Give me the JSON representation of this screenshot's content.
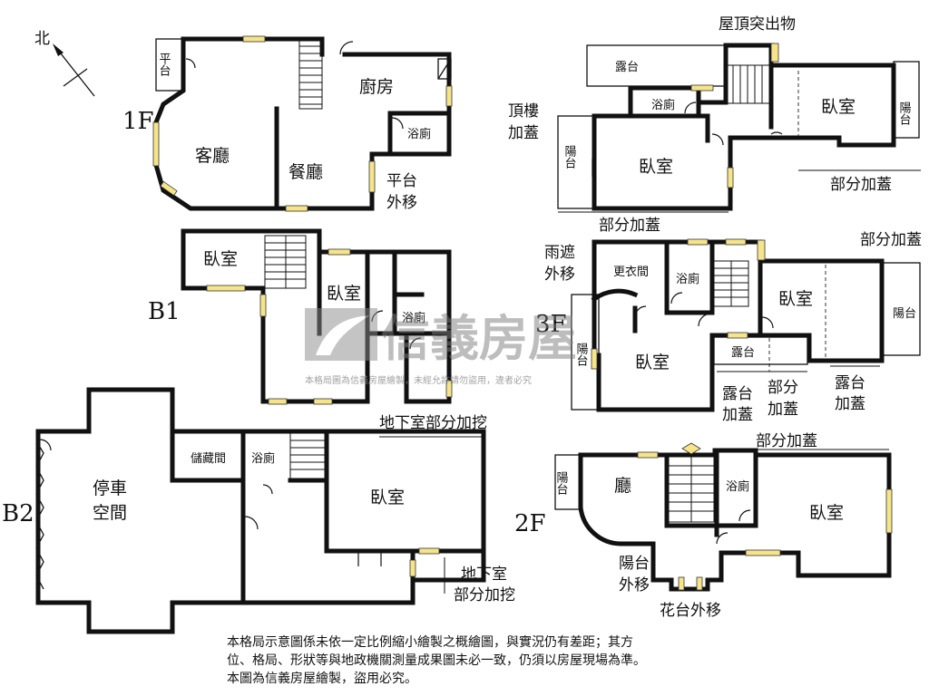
{
  "compass": {
    "north": "北"
  },
  "floors": {
    "f1": "1F",
    "b1": "B1",
    "b2": "B2",
    "f2": "2F",
    "f3": "3F",
    "roof_label_line1": "頂樓",
    "roof_label_line2": "加蓋"
  },
  "rooms": {
    "f1_platform": "平台",
    "f1_kitchen": "廚房",
    "f1_living": "客廳",
    "f1_dining": "餐廳",
    "f1_bath": "浴廁",
    "b1_bed_left": "臥室",
    "b1_bed_mid": "臥室",
    "b1_bath": "浴廁",
    "b2_parking_1": "停車",
    "b2_parking_2": "空間",
    "b2_storage": "儲藏間",
    "b2_bath": "浴廁",
    "b2_bed": "臥室",
    "r_terrace": "露台",
    "r_bath": "浴廁",
    "r_bed_left": "臥室",
    "r_bed_right": "臥室",
    "r_balcony_left": "陽台",
    "r_balcony_right": "陽台",
    "f3_closet": "更衣間",
    "f3_bath": "浴廁",
    "f3_bed_left": "臥室",
    "f3_bed_right": "臥室",
    "f3_balcony_left": "陽台",
    "f3_balcony_right": "陽台",
    "f3_terrace": "露台",
    "f2_balcony": "陽台",
    "f2_hall": "廳",
    "f2_bath": "浴廁",
    "f2_bed": "臥室"
  },
  "annotations": {
    "f1_platform_move_1": "平台",
    "f1_platform_move_2": "外移",
    "roof_protrusion": "屋頂突出物",
    "roof_partial_right": "部分加蓋",
    "roof_partial_bottom": "部分加蓋",
    "f3_canopy_1": "雨遮",
    "f3_canopy_2": "外移",
    "f3_partial_top": "部分加蓋",
    "f3_terrace_add_1a": "露台",
    "f3_terrace_add_1b": "加蓋",
    "f3_partial_add_1": "部分",
    "f3_partial_add_2": "加蓋",
    "f3_terrace_add_2a": "露台",
    "f3_terrace_add_2b": "加蓋",
    "b2_basement_partial": "地下室部分加挖",
    "b2_basement_1": "地下室",
    "b2_basement_2": "部分加挖",
    "f2_partial_top": "部分加蓋",
    "f2_balcony_move_1": "陽台",
    "f2_balcony_move_2": "外移",
    "f2_flower_move": "花台外移"
  },
  "watermark": {
    "brand": "信義房屋",
    "notice": "本格局圖為信義房屋繪製，未經允許請勿盜用，違者必究"
  },
  "disclaimer": {
    "line1": "本格局示意圖係未依一定比例縮小繪製之概繪圖，與實況仍有差距；其方",
    "line2": "位、格局、形狀等與地政機關測量成果圖未必一致，仍須以房屋現場為準。",
    "line3": "本圖為信義房屋繪製，盜用必究。"
  }
}
